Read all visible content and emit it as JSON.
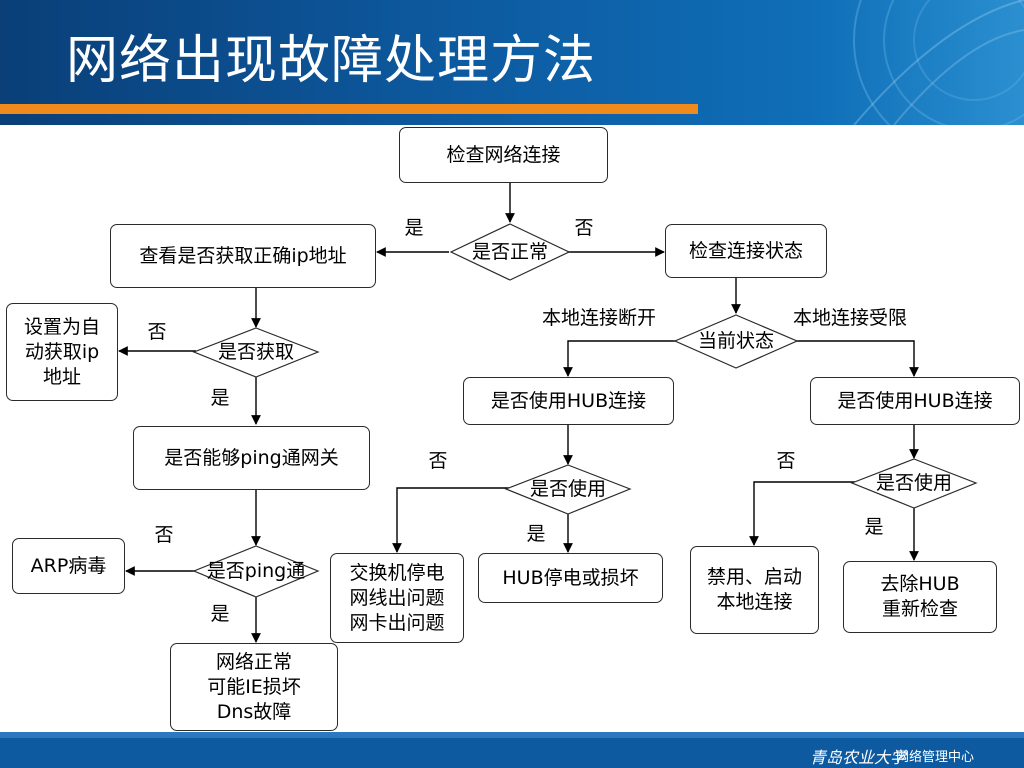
{
  "title": "网络出现故障处理方法",
  "footer": {
    "logo": "青岛农业大学",
    "text": "网络管理中心"
  },
  "nodes": {
    "check_network": "检查网络连接",
    "check_ip": "查看是否获取正确ip地址",
    "check_status": "检查连接状态",
    "set_auto_ip": "设置为自\n动获取ip\n地址",
    "ping_gateway": "是否能够ping通网关",
    "hub_left": "是否使用HUB连接",
    "hub_right": "是否使用HUB连接",
    "arp": "ARP病毒",
    "switch_issue": "交换机停电\n网线出问题\n网卡出问题",
    "hub_power": "HUB停电或损坏",
    "disable_enable": "禁用、启动\n本地连接",
    "remove_hub": "去除HUB\n重新检查",
    "network_ok": "网络正常\n可能IE损坏\nDns故障"
  },
  "decisions": {
    "is_normal": "是否正常",
    "current_state": "当前状态",
    "is_obtained": "是否获取",
    "is_ping": "是否ping通",
    "use_left": "是否使用",
    "use_right": "是否使用"
  },
  "edge_labels": {
    "yes_top": "是",
    "no_top": "否",
    "local_disconnected": "本地连接断开",
    "local_limited": "本地连接受限",
    "no_obtained": "否",
    "yes_obtained": "是",
    "no_use_left": "否",
    "yes_use_left": "是",
    "no_use_right": "否",
    "yes_use_right": "是",
    "no_ping": "否",
    "yes_ping": "是"
  }
}
